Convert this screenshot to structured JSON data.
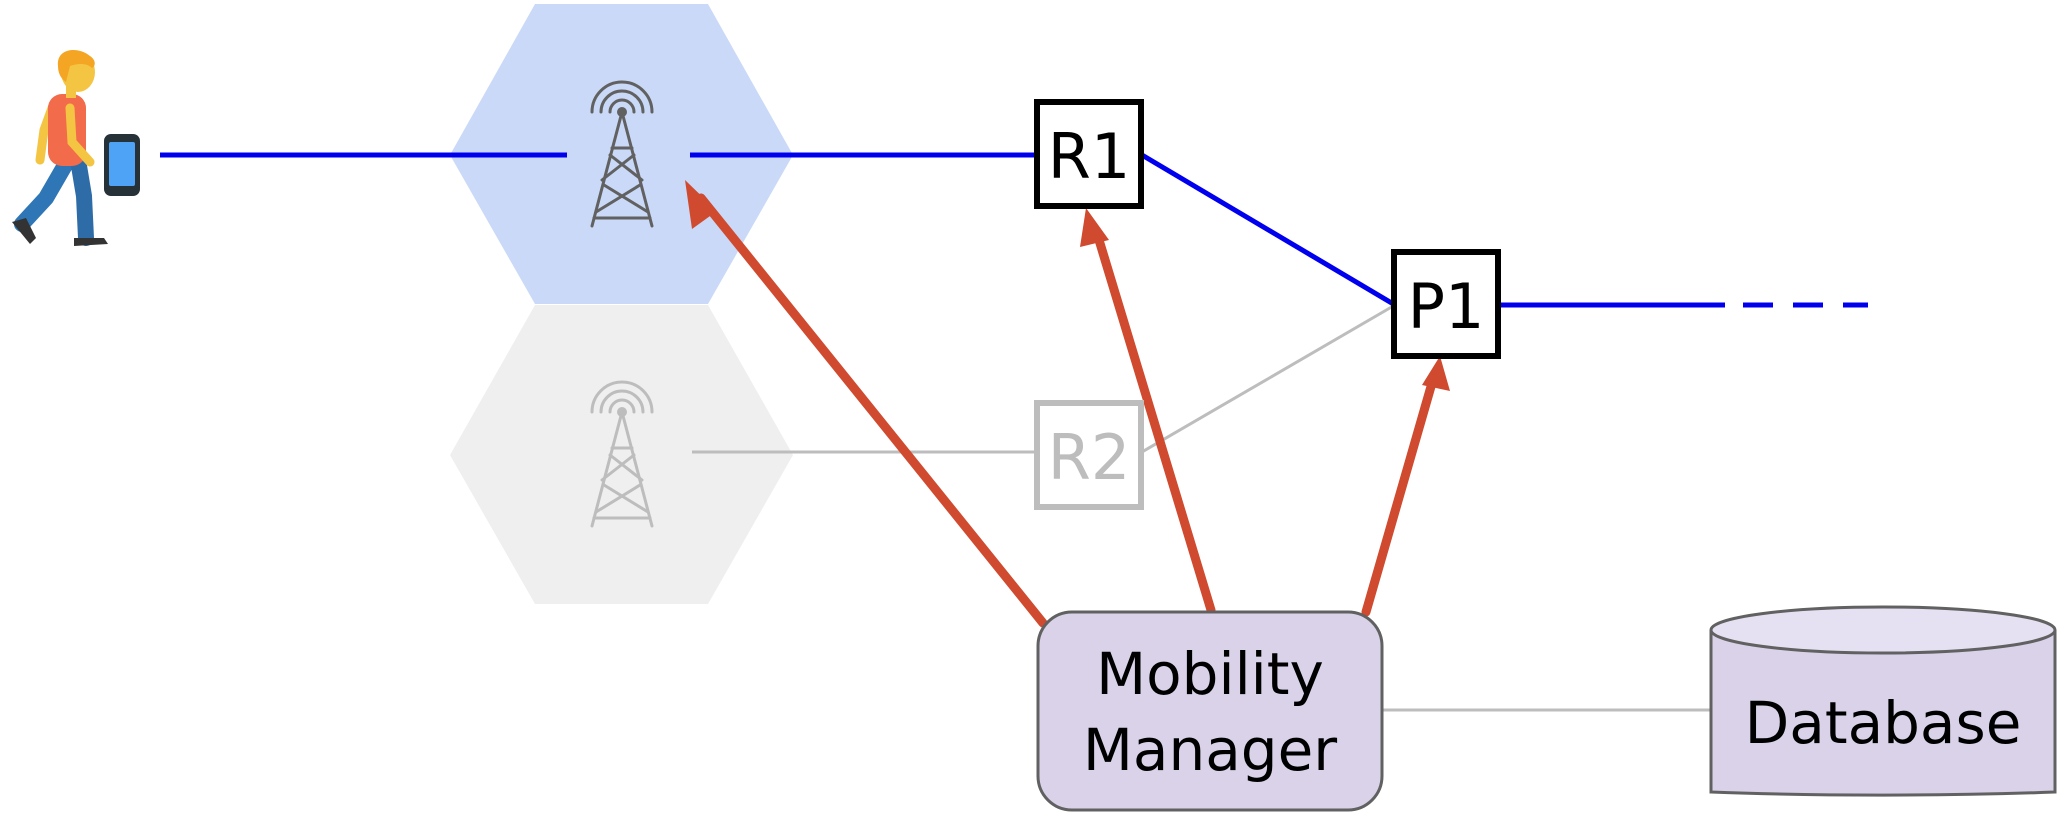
{
  "nodes": {
    "r1": {
      "label": "R1"
    },
    "r2": {
      "label": "R2"
    },
    "p1": {
      "label": "P1"
    },
    "mobility_manager": {
      "label_line1": "Mobility",
      "label_line2": "Manager"
    },
    "database": {
      "label": "Database"
    }
  },
  "icons": {
    "user": "person-walking-with-phone-icon",
    "tower_active": "cell-tower-icon",
    "tower_inactive": "cell-tower-icon"
  },
  "colors": {
    "active_link": "#0000ee",
    "inactive_link": "#bdbdbd",
    "control_arrow": "#cf4a2e",
    "active_cell": "#c9d9f7",
    "inactive_cell": "#efefef",
    "manager_fill": "#d9d2e9",
    "database_fill": "#d9d2e9"
  }
}
